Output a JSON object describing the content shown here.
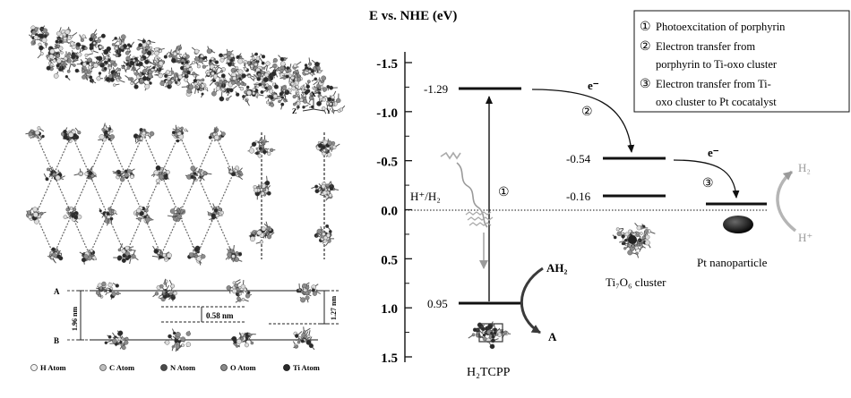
{
  "left_panel": {
    "axes_labels": {
      "x": "X",
      "y": "Y",
      "z": "Z"
    },
    "dimensions": {
      "d1": "1.96 nm",
      "d2": "0.58 nm",
      "d3": "1.27 nm"
    },
    "layer_labels": {
      "a": "A",
      "b": "B"
    },
    "legend": [
      {
        "label": "H Atom",
        "color": "#f2f2f2"
      },
      {
        "label": "C Atom",
        "color": "#bdbdbd"
      },
      {
        "label": "N Atom",
        "color": "#4a4a4a"
      },
      {
        "label": "O Atom",
        "color": "#8a8a8a"
      },
      {
        "label": "Ti Atom",
        "color": "#2b2b2b"
      }
    ]
  },
  "energy_diagram": {
    "axis_title": "E vs. NHE (eV)",
    "y_ticks": [
      "-1.5",
      "-1.0",
      "-0.5",
      "0.0",
      "0.5",
      "1.0",
      "1.5"
    ],
    "reference": "H⁺/H₂",
    "levels": [
      {
        "value": "-1.29",
        "component": "H2TCPP LUMO"
      },
      {
        "value": "0.95",
        "component": "H2TCPP HOMO"
      },
      {
        "value": "-0.54",
        "component": "Ti7O6 upper"
      },
      {
        "value": "-0.16",
        "component": "Ti7O6 lower"
      }
    ],
    "electron_label_1": "e⁻",
    "electron_label_2": "e⁻",
    "step_markers": [
      "①",
      "②",
      "③"
    ],
    "donor": {
      "ah2": "AH₂",
      "a": "A"
    },
    "products": {
      "h2": "H₂",
      "hplus": "H⁺"
    },
    "component_labels": {
      "porphyrin": "H₂TCPP",
      "cluster": "Ti₇O₆ cluster",
      "pt": "Pt nanoparticle"
    },
    "key": [
      {
        "marker": "①",
        "text": "Photoexcitation of porphyrin"
      },
      {
        "marker": "②",
        "text": "Electron transfer from"
      },
      {
        "marker": "",
        "text": "porphyrin to Ti-oxo cluster"
      },
      {
        "marker": "③",
        "text": "Electron transfer from Ti-"
      },
      {
        "marker": "",
        "text": "oxo cluster to Pt cocatalyst"
      }
    ]
  }
}
